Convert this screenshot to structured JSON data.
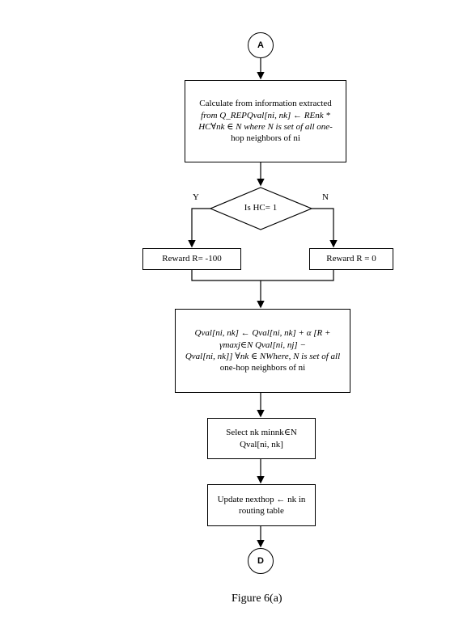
{
  "start_connector": "A",
  "end_connector": "D",
  "step1": {
    "line1": "Calculate from information extracted",
    "line2": "from Q_REPQval[ni, nk] ← REnk *",
    "line3": "HC∀nk ∈ N where N is set of all one-",
    "line4": "hop neighbors of ni"
  },
  "decision": {
    "text": "Is HC= 1",
    "yes": "Y",
    "no": "N"
  },
  "reward_left": "Reward R= -100",
  "reward_right": "Reward R = 0",
  "step2": {
    "line1": "Qval[ni, nk] ← Qval[ni, nk] + α [R +",
    "line2": "γmaxj∈N Qval[ni, nj] −",
    "line3": "Qval[ni, nk]] ∀nk ∈ NWhere, N is set of all",
    "line4": "one-hop neighbors of ni"
  },
  "step3": "Select nk minnk∈N Qval[ni, nk]",
  "step4": {
    "line1": "Update nexthop ← nk in",
    "line2": "routing table"
  },
  "caption": "Figure 6(a)"
}
